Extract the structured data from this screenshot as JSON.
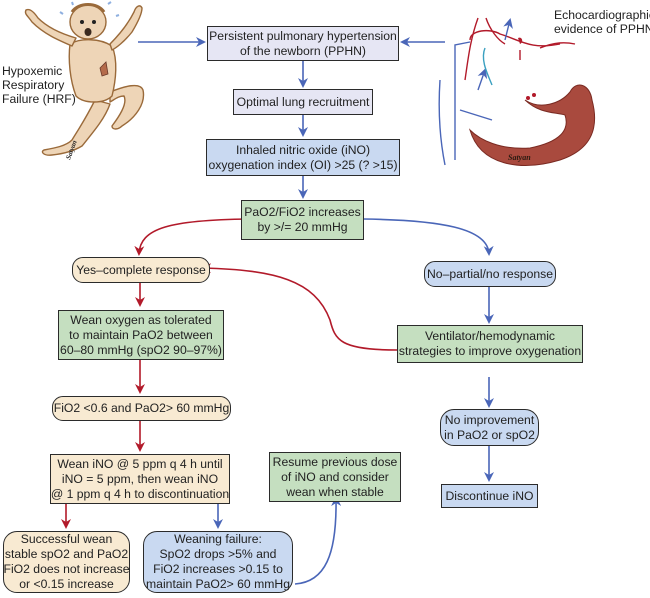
{
  "figure": {
    "left_caption": [
      "Hypoxemic",
      "Respiratory",
      "Failure (HRF)"
    ],
    "right_caption": [
      "Echocardiographic",
      "evidence of PPHN"
    ],
    "illustration_signature": "Satyan",
    "colors": {
      "blue_arrow": "#4a66b8",
      "red_arrow": "#b21a2a",
      "lavender_box": "#e6e6f4",
      "blue_box": "#c9d9f1",
      "green_box": "#c5dfc0",
      "cream_box": "#f8ead2",
      "heart_muscle": "#a94a3e",
      "skin": "#eed5b7"
    }
  },
  "nodes": {
    "pphn": [
      "Persistent pulmonary hypertension",
      "of the newborn (PPHN)"
    ],
    "lung_recruitment": [
      "Optimal lung recruitment"
    ],
    "ino": [
      "Inhaled nitric oxide (iNO)",
      "oxygenation index (OI) >25 (? >15)"
    ],
    "pao2_increase": [
      "PaO2/FiO2 increases",
      "by >/= 20 mmHg"
    ],
    "yes_response": [
      "Yes–complete response"
    ],
    "no_response": [
      "No–partial/no response"
    ],
    "wean_oxygen": [
      "Wean oxygen as tolerated",
      "to maintain PaO2 between",
      "60–80 mmHg (spO2 90–97%)"
    ],
    "ventilator": [
      "Ventilator/hemodynamic",
      "strategies to improve oxygenation"
    ],
    "fio2": [
      "FiO2 <0.6 and PaO2> 60 mmHg"
    ],
    "no_improvement": [
      "No improvement",
      "in PaO2 or spO2"
    ],
    "wean_ino": [
      "Wean iNO @ 5 ppm q 4 h until",
      "iNO = 5 ppm, then wean iNO",
      "@ 1 ppm q 4 h to discontinuation"
    ],
    "resume": [
      "Resume previous dose",
      "of iNO and consider",
      "wean when stable"
    ],
    "discontinue": [
      "Discontinue iNO"
    ],
    "successful": [
      "Successful wean",
      "stable spO2 and PaO2",
      "FiO2 does not increase",
      "or <0.15 increase"
    ],
    "failure": [
      "Weaning failure:",
      "SpO2 drops >5% and",
      "FiO2 increases >0.15 to",
      "maintain PaO2> 60 mmHg"
    ]
  }
}
